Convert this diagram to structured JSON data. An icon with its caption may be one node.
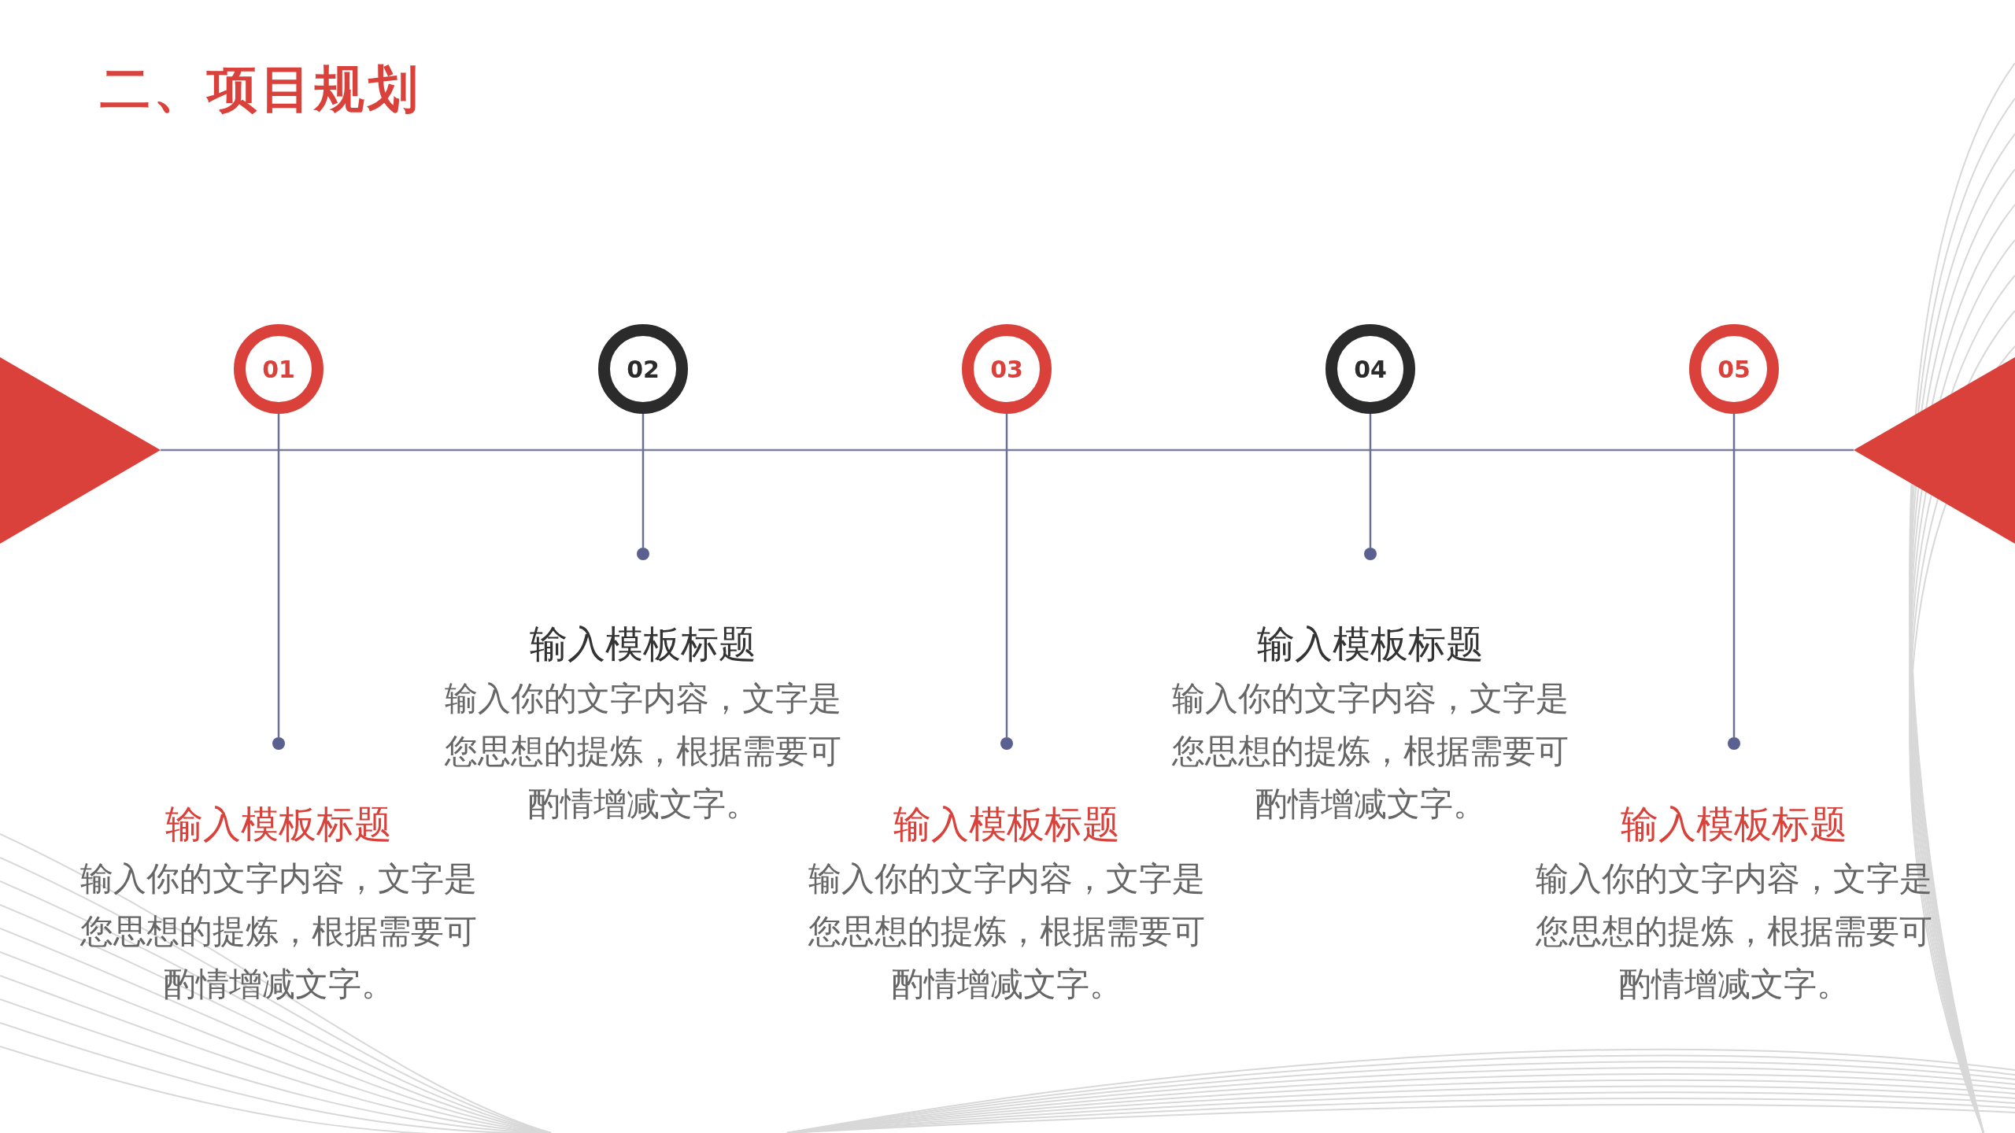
{
  "diagram": {
    "title": "二、项目规划",
    "nodes": [
      {
        "text": [
          "01"
        ]
      },
      {
        "text": [],
        "shape": "circle"
      },
      {
        "text": [
          "输入模板标题",
          "输入你的文字内容，文字是您思想的提炼，根据需要可酌情增减文字。"
        ]
      },
      {
        "text": [
          "02"
        ]
      },
      {
        "text": [],
        "shape": "circle"
      },
      {
        "text": [
          "输入模板标题",
          "输入你的文字内容，文字是您思想的提炼，根据需要可酌情增减文字。"
        ]
      },
      {
        "text": [
          "03"
        ]
      },
      {
        "text": [],
        "shape": "circle"
      },
      {
        "text": [
          "输入模板标题",
          "输入你的文字内容，文字是您思想的提炼，根据需要可酌情增减文字。"
        ]
      },
      {
        "text": [
          "04"
        ]
      },
      {
        "text": [],
        "shape": "circle"
      },
      {
        "text": [
          "输入模板标题",
          "输入你的文字内容，文字是您思想的提炼，根据需要可酌情增减文字。"
        ]
      },
      {
        "text": [
          "05"
        ]
      },
      {
        "text": [],
        "shape": "circle"
      },
      {
        "text": [
          "输入模板标题",
          "输入你的文字内容，文字是您思想的提炼，根据需要可酌情增减文字。"
        ]
      }
    ],
    "edges": [
      {
        "from": 0,
        "to": 1,
        "arrow": "none"
      },
      {
        "from": 3,
        "to": 4,
        "arrow": "none"
      },
      {
        "from": 6,
        "to": 7,
        "arrow": "none"
      },
      {
        "from": 9,
        "to": 10,
        "arrow": "none"
      },
      {
        "from": 12,
        "to": 13,
        "arrow": "none"
      }
    ]
  }
}
